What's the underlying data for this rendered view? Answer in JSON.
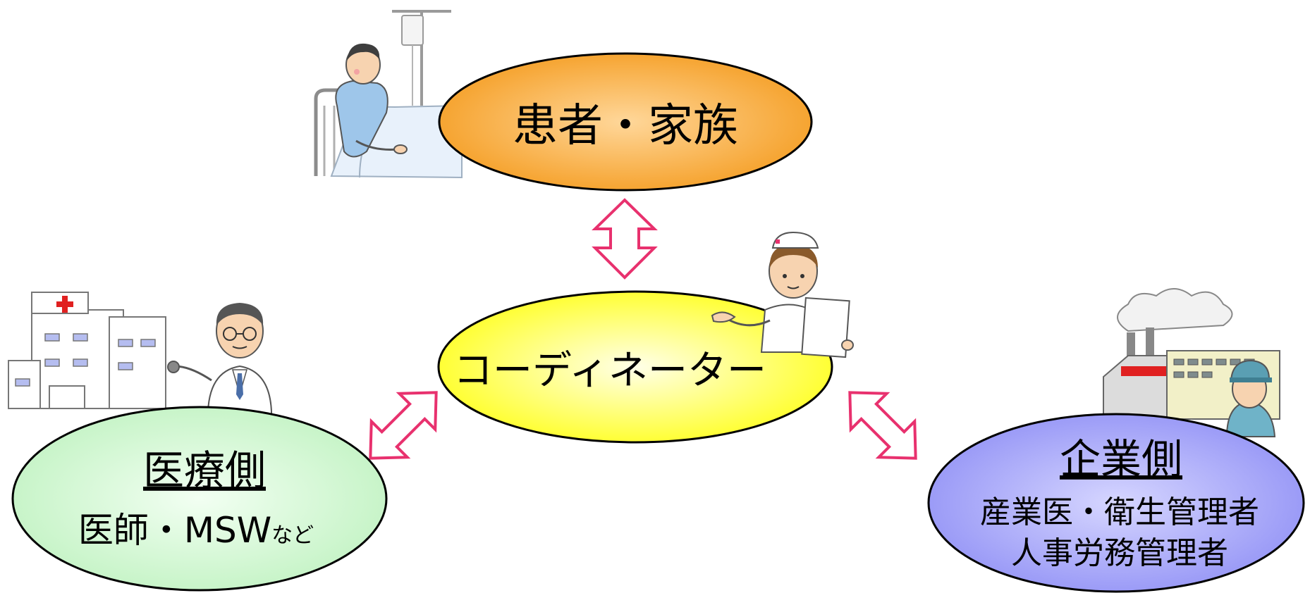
{
  "nodes": {
    "patient": {
      "label": "患者・家族",
      "fill_inner": "#ffd79a",
      "fill_outer": "#f49a1c"
    },
    "coordinator": {
      "label": "コーディネーター",
      "fill_inner": "#ffffe8",
      "fill_outer": "#ffff10"
    },
    "medical": {
      "title": "医療側",
      "subtitle": "医師・MSW",
      "subtitle_small": "など",
      "fill_inner": "#f2fff2",
      "fill_outer": "#bff2c0"
    },
    "company": {
      "title": "企業側",
      "line1": "産業医・衛生管理者",
      "line2": "人事労務管理者",
      "fill_inner": "#d6d6ff",
      "fill_outer": "#8f8ff5"
    }
  },
  "arrow_color": "#e8316e",
  "icons": {
    "patient": "patient-in-bed-icon",
    "nurse": "nurse-icon",
    "hospital": "hospital-building-icon",
    "doctor": "doctor-icon",
    "factory": "factory-icon",
    "worker": "factory-worker-icon"
  }
}
